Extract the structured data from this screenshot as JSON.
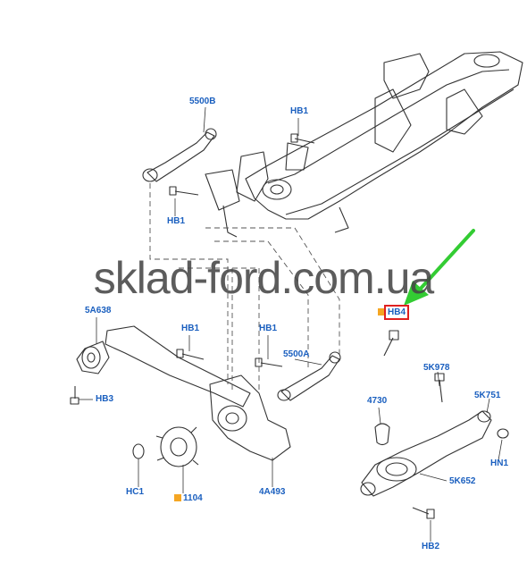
{
  "diagram": {
    "watermark": "sklad-ford.com.ua",
    "labels": {
      "l5500b": "5500B",
      "lhb1_top": "HB1",
      "lhb1_left": "HB1",
      "l5a638": "5A638",
      "lhb1_mid1": "HB1",
      "lhb1_mid2": "HB1",
      "l5500a": "5500A",
      "lhb3": "HB3",
      "lhb4": "HB4",
      "l5k978": "5K978",
      "l4730": "4730",
      "l5k751": "5K751",
      "lhn1": "HN1",
      "lhc1": "HC1",
      "l1104": "1104",
      "l4a493": "4A493",
      "l5k652": "5K652",
      "lhb2": "HB2"
    },
    "colors": {
      "label_blue": "#1a5fbf",
      "marker_orange": "#f5a623",
      "highlight_red": "#e02020",
      "arrow_green": "#33cc33",
      "line_gray": "#333333"
    },
    "icons": {
      "arrow": "green-arrow-icon",
      "marker": "orange-square-icon"
    }
  }
}
